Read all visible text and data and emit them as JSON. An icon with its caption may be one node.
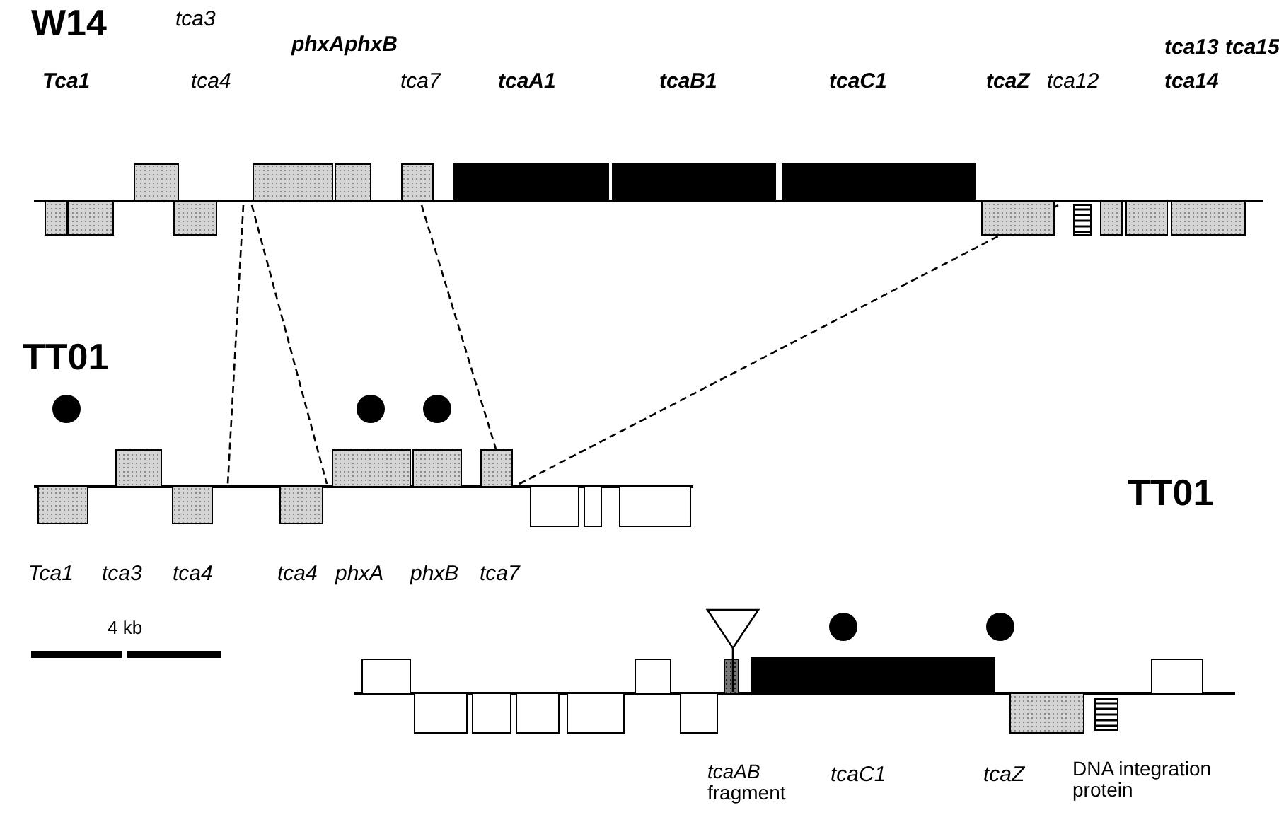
{
  "diagram": {
    "labels": [
      "W14",
      "tca3",
      "phxAphxB",
      "Tca1",
      "tca4",
      "tca7",
      "tcaA1",
      "tcaB1",
      "tcaC1",
      "tcaZ",
      "tca12",
      "tca13",
      "tca15",
      "tca14",
      "TT01",
      "TT01",
      "Tca1",
      "tca3",
      "tca4",
      "tca4",
      "phxA",
      "phxB",
      "tca7",
      "4 kb",
      "tcaAB fragment",
      "tcaC1",
      "tcaZ",
      "DNA integration protein"
    ]
  }
}
